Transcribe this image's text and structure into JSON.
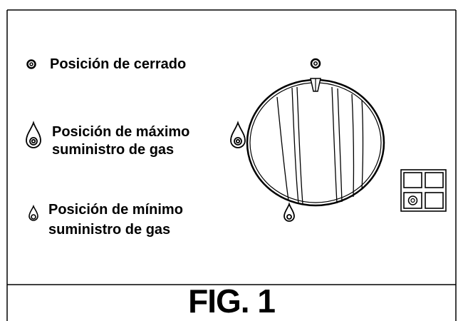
{
  "legend": {
    "closed": {
      "label": "Posición de cerrado",
      "icon": "closed-position-icon"
    },
    "max": {
      "label_line1": "Posición de máximo",
      "label_line2": "suministro de gas",
      "icon": "max-flame-icon"
    },
    "min": {
      "label_line1": "Posición de mínimo",
      "label_line2": "suministro de gas",
      "icon": "min-flame-icon"
    }
  },
  "knob_markers": [
    "closed-position-icon",
    "max-flame-icon",
    "min-flame-icon"
  ],
  "burner_indicator": {
    "icon": "burner-grid-icon",
    "active_cell": "bottom-left"
  },
  "figure": {
    "caption": "FIG. 1"
  },
  "colors": {
    "line": "#000000",
    "background": "#ffffff"
  }
}
